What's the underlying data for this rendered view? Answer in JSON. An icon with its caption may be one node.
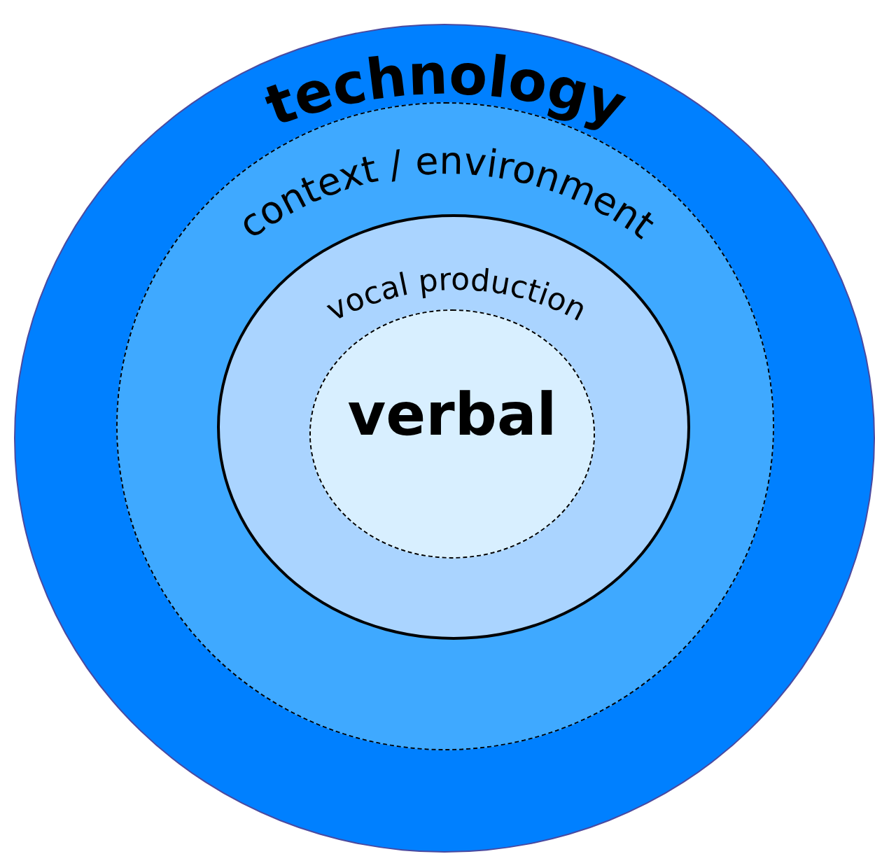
{
  "diagram": {
    "nodes": [
      {
        "text": [
          "technology"
        ]
      },
      {
        "text": [
          "context / environment"
        ],
        "in": 0
      },
      {
        "text": [
          "vocal production"
        ],
        "in": 1
      },
      {
        "text": [
          "verbal"
        ],
        "in": 2
      }
    ]
  }
}
